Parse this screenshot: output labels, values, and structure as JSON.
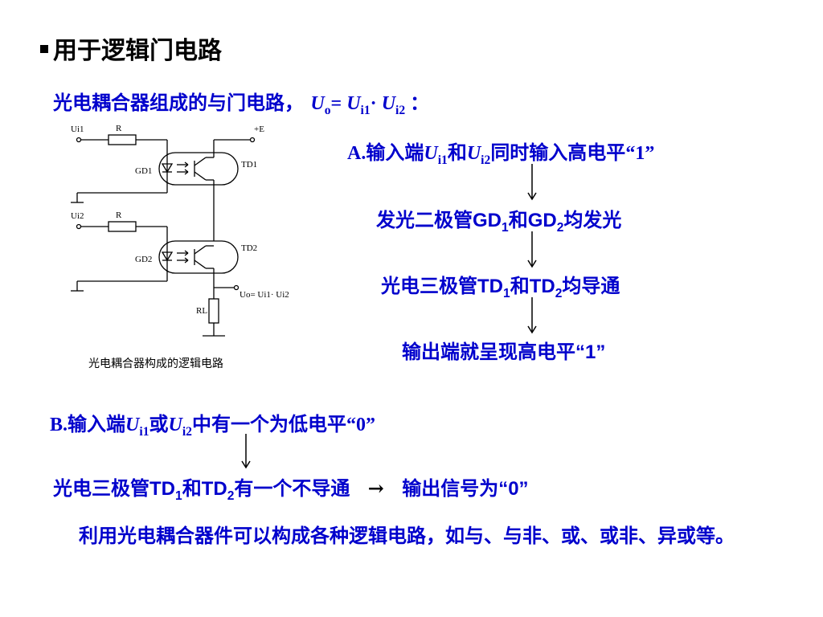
{
  "title": "用于逻辑门电路",
  "intro": {
    "text": "光电耦合器组成的与门电路，",
    "formula": {
      "u": "U",
      "o_sub": "o",
      "eq": "= ",
      "u1": "U",
      "i1_sub": "i1",
      "dot": "· ",
      "u2": "U",
      "i2_sub": "i2",
      "colon": " ："
    }
  },
  "case_a": {
    "prefix": "A.",
    "text1": "输入端",
    "u1": "U",
    "i1": "i1",
    "and": "和",
    "u2": "U",
    "i2": "i2",
    "text2": "同时输入高电平",
    "value": "“1”",
    "steps": [
      {
        "pre": "发光二极管",
        "a": "GD",
        "a_sub": "1",
        "mid": "和",
        "b": "GD",
        "b_sub": "2",
        "post": "均发光"
      },
      {
        "pre": "光电三极管",
        "a": "TD",
        "a_sub": "1",
        "mid": "和",
        "b": "TD",
        "b_sub": "2",
        "post": "均导通"
      },
      {
        "pre": "输出端就呈现高电平",
        "value": "“1”"
      }
    ]
  },
  "case_b": {
    "prefix": "B.",
    "text1": "输入端",
    "u1": "U",
    "i1": "i1",
    "or": "或",
    "u2": "U",
    "i2": "i2",
    "text2": "中有一个为低电平",
    "value": "“0”",
    "result": {
      "pre": "光电三极管",
      "a": "TD",
      "a_sub": "1",
      "mid": "和",
      "b": "TD",
      "b_sub": "2",
      "post": "有一个不导通",
      "arrow": "→",
      "out": "输出信号为",
      "value": "“0”"
    }
  },
  "paragraph": "利用光电耦合器件可以构成各种逻辑电路，如与、与非、或、或非、异或等。",
  "diagram": {
    "caption": "光电耦合器构成的逻辑电路",
    "labels": {
      "ui1": "Ui1",
      "ui2": "Ui2",
      "r1": "R",
      "r2": "R",
      "e": "+E",
      "gd1": "GD1",
      "gd2": "GD2",
      "td1": "TD1",
      "td2": "TD2",
      "rl": "RL",
      "uo": "Uo= Ui1· Ui2"
    }
  }
}
